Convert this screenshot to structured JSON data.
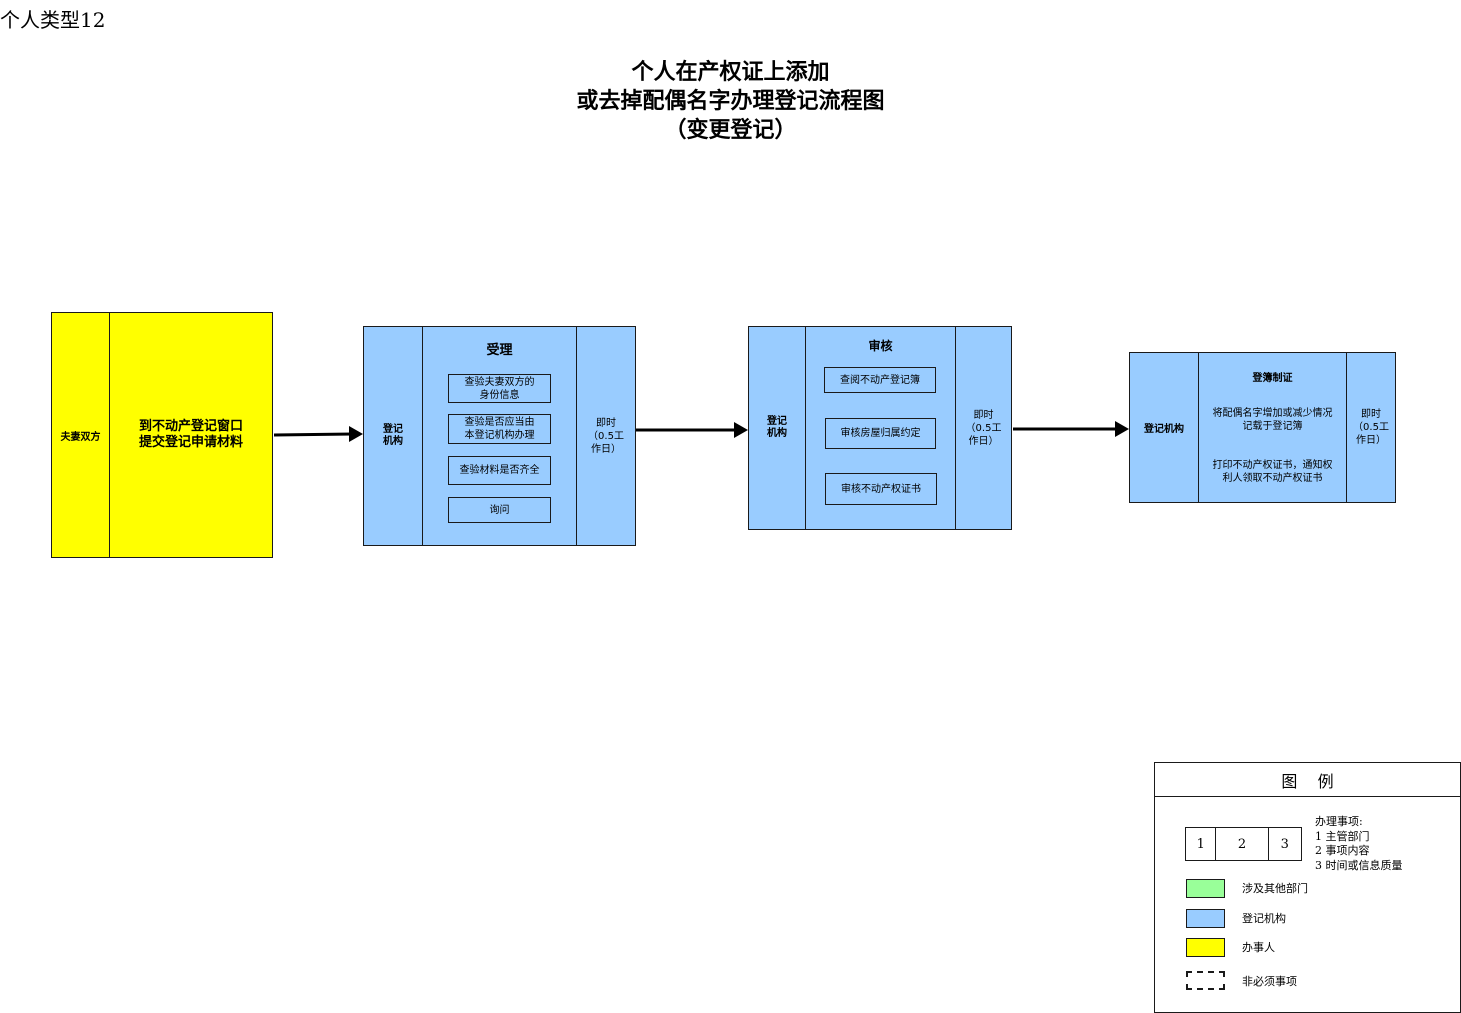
{
  "corner_label": "个人类型12",
  "title": {
    "line1": "个人在产权证上添加",
    "line2": "或去掉配偶名字办理登记流程图",
    "line3": "（变更登记）"
  },
  "step1": {
    "actor": "夫妻双方",
    "content": "到不动产登记窗口\n提交登记申请材料"
  },
  "step2": {
    "actor": "登记\n机构",
    "heading": "受理",
    "items": [
      "查验夫妻双方的\n身份信息",
      "查验是否应当由\n本登记机构办理",
      "查验材料是否齐全",
      "询问"
    ],
    "time": "即时\n（0.5工\n作日）"
  },
  "step3": {
    "actor": "登记\n机构",
    "heading": "审核",
    "items": [
      "查阅不动产登记簿",
      "审核房屋归属约定",
      "审核不动产权证书"
    ],
    "time": "即时\n（0.5工\n作日）"
  },
  "step4": {
    "actor": "登记机构",
    "heading": "登簿制证",
    "item1": "将配偶名字增加或减少情况\n记载于登记簿",
    "item2": "打印不动产权证书，通知权\n利人领取不动产权证书",
    "time": "即时\n（0.5工\n作日）"
  },
  "legend": {
    "title": "图    例",
    "cells": [
      "1",
      "2",
      "3"
    ],
    "notes_heading": "办理事项:",
    "notes": [
      "1 主管部门",
      "2 事项内容",
      "3 时间或信息质量"
    ],
    "items": [
      {
        "label": "涉及其他部门",
        "color": "#99ff99"
      },
      {
        "label": "登记机构",
        "color": "#99ccff"
      },
      {
        "label": "办事人",
        "color": "#ffff00"
      },
      {
        "label": "非必须事项",
        "color": "dashed"
      }
    ]
  },
  "colors": {
    "blue": "#99ccff",
    "yellow": "#ffff00",
    "green": "#99ff99"
  }
}
